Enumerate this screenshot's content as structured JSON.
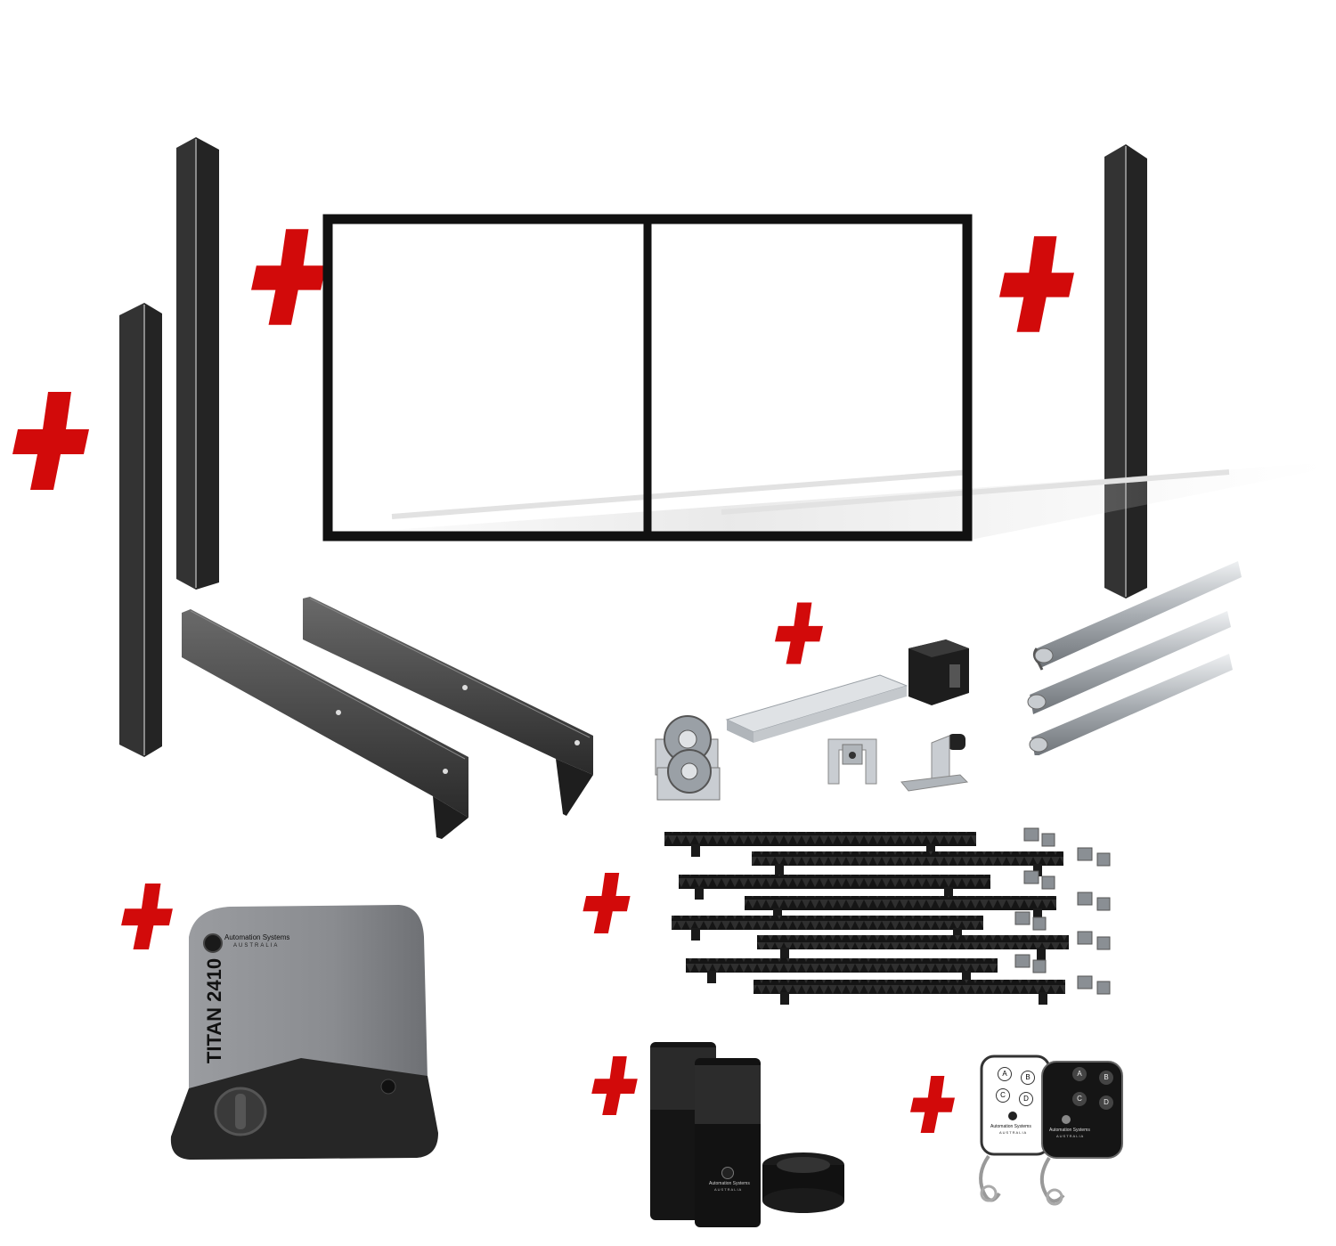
{
  "colors": {
    "plus": "#d20a0a",
    "post": "#2b2b2b",
    "frame": "#111111",
    "rail_steel": "#b8bcc0",
    "motor_cover": "#8e9094",
    "motor_base": "#2a2a2a"
  },
  "icons": {
    "plus": "plus-icon",
    "brand_logo": "gear-logo-icon"
  },
  "motor": {
    "brand_line1": "Automation Systems",
    "brand_line2": "AUSTRALIA",
    "model": "TITAN 2410"
  },
  "photocell": {
    "brand_line1": "Automation Systems",
    "brand_line2": "AUSTRALIA"
  },
  "remote_white": {
    "buttons": [
      "A",
      "B",
      "C",
      "D"
    ],
    "brand_line1": "Automation Systems",
    "brand_line2": "AUSTRALIA"
  },
  "remote_black": {
    "buttons": [
      "A",
      "B",
      "C",
      "D"
    ],
    "brand_line1": "Automation Systems",
    "brand_line2": "AUSTRALIA"
  }
}
